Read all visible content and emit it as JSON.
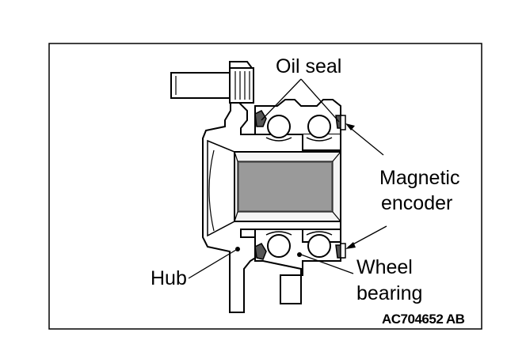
{
  "diagram": {
    "labels": {
      "oil_seal": "Oil seal",
      "magnetic_encoder_line1": "Magnetic",
      "magnetic_encoder_line2": "encoder",
      "hub": "Hub",
      "wheel_bearing_line1": "Wheel",
      "wheel_bearing_line2": "bearing",
      "figure_code": "AC704652 AB"
    },
    "colors": {
      "ink": "#000000",
      "background": "#ffffff",
      "shade_light": "#f4f4f4",
      "shade_mid": "#bdbdbd",
      "shade_dark": "#555555"
    }
  }
}
